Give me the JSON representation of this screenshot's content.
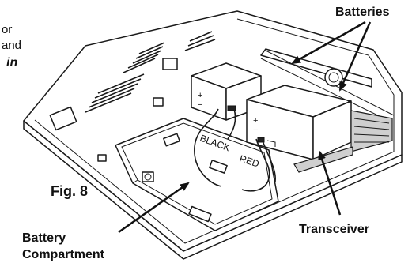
{
  "figure": {
    "fig_label": "Fig. 8",
    "intro_text": {
      "line1": "or",
      "line2": "and",
      "line3": "in"
    },
    "labels": {
      "batteries": "Batteries",
      "transceiver": "Transceiver",
      "battery_compartment_line1": "Battery",
      "battery_compartment_line2": "Compartment"
    },
    "wire_labels": {
      "black": "BLACK",
      "red": "RED"
    },
    "terminal_marks": {
      "plus": "+",
      "minus": "−"
    }
  }
}
